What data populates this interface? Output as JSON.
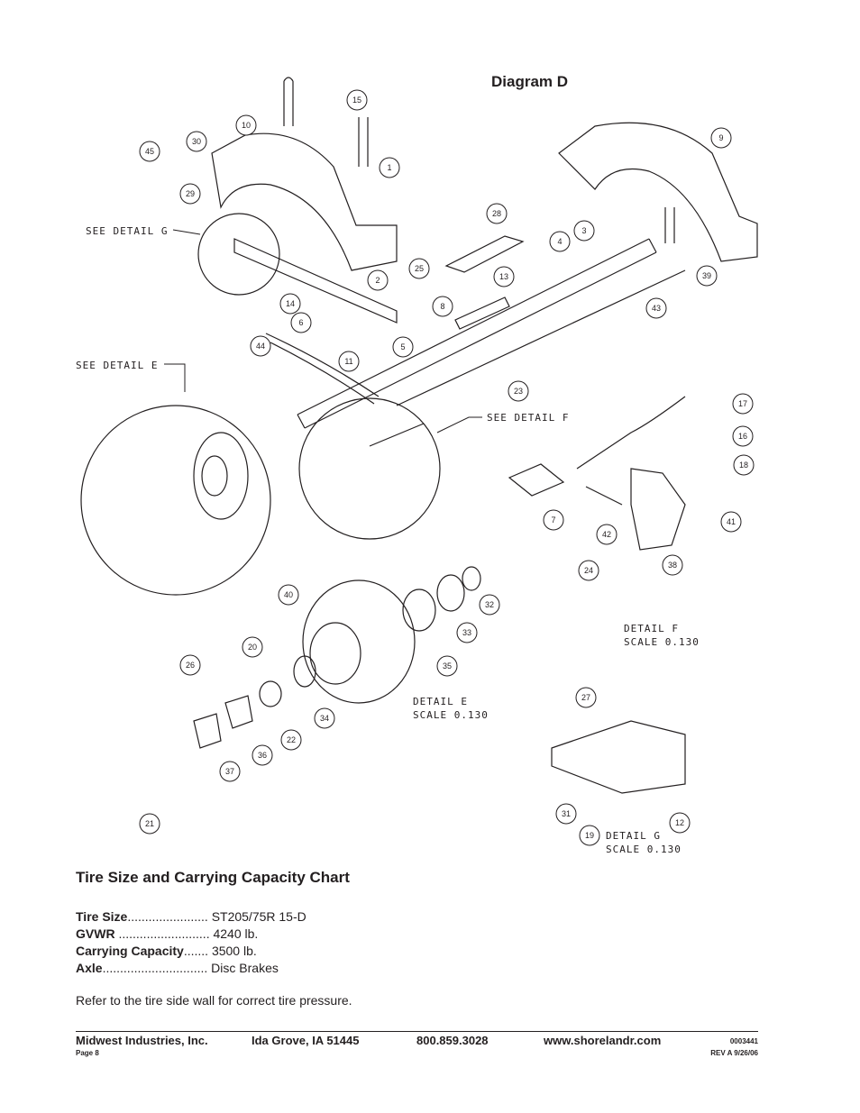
{
  "diagram": {
    "title": "Diagram D",
    "callouts": [
      "1",
      "2",
      "3",
      "4",
      "5",
      "6",
      "7",
      "8",
      "9",
      "10",
      "11",
      "12",
      "13",
      "14",
      "15",
      "16",
      "17",
      "18",
      "19",
      "20",
      "21",
      "22",
      "23",
      "24",
      "25",
      "26",
      "27",
      "28",
      "29",
      "30",
      "31",
      "32",
      "33",
      "34",
      "35",
      "36",
      "37",
      "38",
      "39",
      "40",
      "41",
      "42",
      "43",
      "44",
      "45"
    ],
    "notes": {
      "see_detail_g": "SEE DETAIL G",
      "see_detail_e": "SEE DETAIL E",
      "see_detail_f": "SEE DETAIL F",
      "detail_f": "DETAIL F",
      "detail_f_scale": "SCALE 0.130",
      "detail_e": "DETAIL E",
      "detail_e_scale": "SCALE 0.130",
      "detail_g": "DETAIL G",
      "detail_g_scale": "SCALE 0.130"
    }
  },
  "chart": {
    "title": "Tire Size and Carrying Capacity Chart",
    "rows": [
      {
        "label": "Tire Size",
        "dots": ".......................",
        "value": "ST205/75R 15-D"
      },
      {
        "label": "GVWR",
        "dots": "..........................",
        "value": "4240 lb."
      },
      {
        "label": "Carrying Capacity",
        "dots": ".......",
        "value": "3500 lb."
      },
      {
        "label": "Axle",
        "dots": "..............................",
        "value": "Disc Brakes"
      }
    ],
    "note": "Refer to the tire side wall for correct tire pressure."
  },
  "footer": {
    "company": "Midwest Industries, Inc.",
    "city": "Ida Grove, IA  51445",
    "phone": "800.859.3028",
    "web": "www.shorelandr.com",
    "doc_number": "0003441",
    "page": "Page 8",
    "revision": "REV A  9/26/06"
  }
}
